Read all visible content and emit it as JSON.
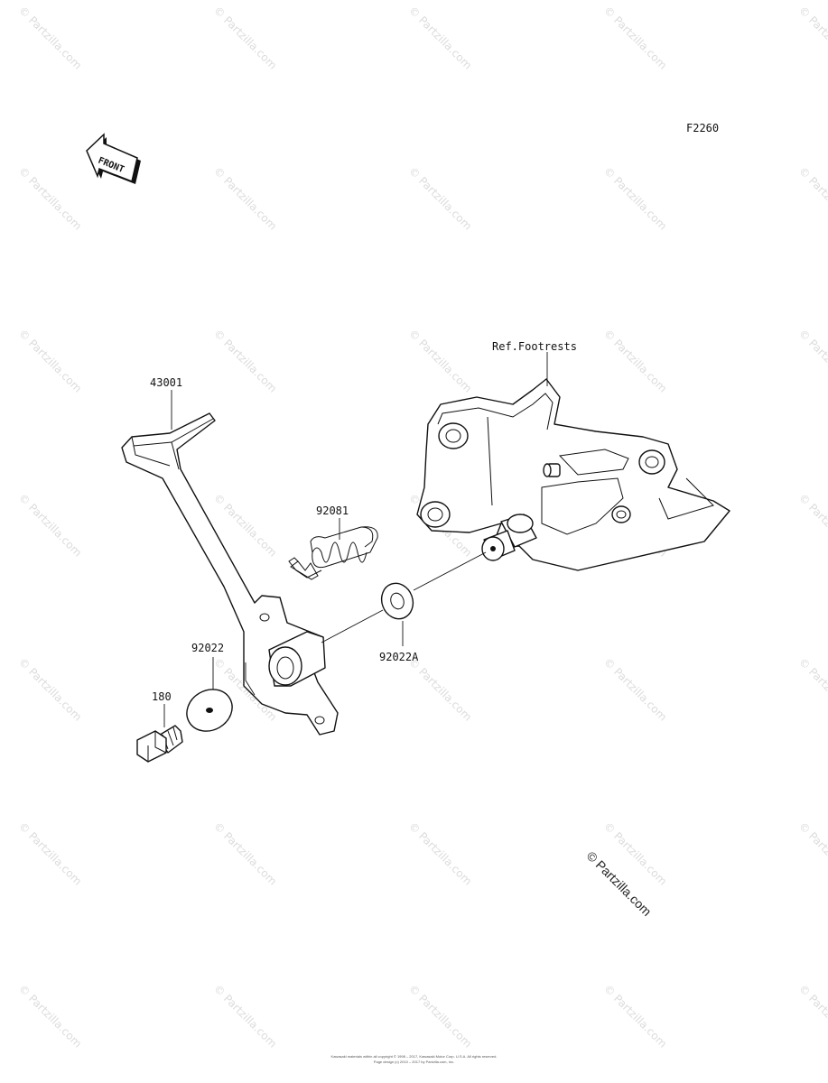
{
  "figure_code": "F2260",
  "front_label": "FRONT",
  "ref_label": "Ref.Footrests",
  "parts": [
    {
      "number": "43001"
    },
    {
      "number": "92081"
    },
    {
      "number": "92022"
    },
    {
      "number": "180"
    },
    {
      "number": "92022A"
    }
  ],
  "copyright_mark": "© Partzilla.com",
  "watermark_text": "© Partzilla.com",
  "footer": {
    "line1": "Kawasaki materials within all copyright © 1998 – 2017, Kawasaki Motor Corp. U.S.A. All rights reserved.",
    "line2": "Page design (c) 2010 – 2017 by Partzilla.com, Inc."
  }
}
